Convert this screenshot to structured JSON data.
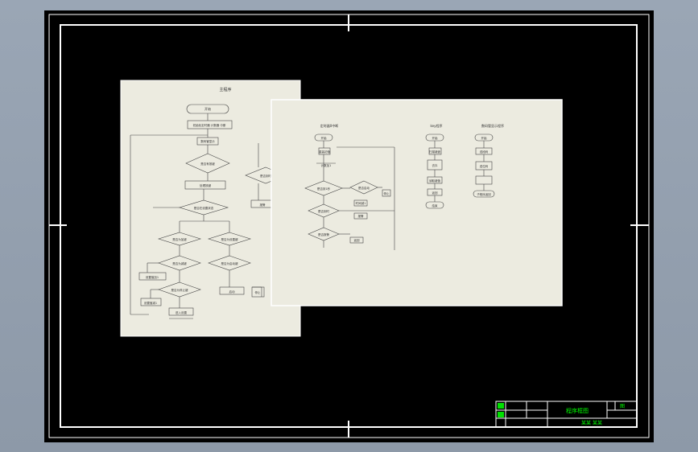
{
  "sheet": {
    "background": "#000000",
    "frame_color": "#ffffff",
    "paper_color": "#ecebe0"
  },
  "left_page": {
    "title": "主程序",
    "start": "开始",
    "init": "初始化定时器 计数器 中断",
    "process1": "数码管显示",
    "q1": "是否有按键",
    "process2": "处理按键",
    "q2": "是否在设置状态",
    "q3a": "是否为加键",
    "q3b": "是否为减键",
    "q4a": "是否为设置键",
    "q4b": "是否为启动键",
    "q5": "是否为停止键",
    "box_a": "设置值加1",
    "box_b": "设置值减1",
    "box_c": "进入设置",
    "box_d": "退出设置",
    "box_e": "启动",
    "box_f": "停止",
    "q_side": "是否到时",
    "box_side": "报警"
  },
  "right_page": {
    "col1_title": "定时器0中断",
    "col1_start": "开始",
    "col1_box1": "重装初值",
    "col1_box2": "计数加1",
    "col1_q1": "是否到1秒",
    "col1_q2": "是否启动",
    "col1_q3": "是否到时",
    "col1_q4": "是否报警",
    "col1_box3": "时间减1",
    "col1_box4": "报警",
    "col1_box5": "返回",
    "col1_box6": "停止",
    "col2_title": "key程序",
    "col2_start": "开始",
    "col2_box1": "扫描键盘",
    "col2_box2": "去抖",
    "col2_box3": "读取键值",
    "col2_box4": "返回",
    "col2_end": "结束",
    "col3_title": "数码管显示程序",
    "col3_start": "开始",
    "col3_box1": "送段码",
    "col3_box2": "送位码",
    "col3_end": "子程序返回"
  },
  "title_block": {
    "drawing_name": "程序框图",
    "sheet_label": "图",
    "org": "某某 某某"
  }
}
